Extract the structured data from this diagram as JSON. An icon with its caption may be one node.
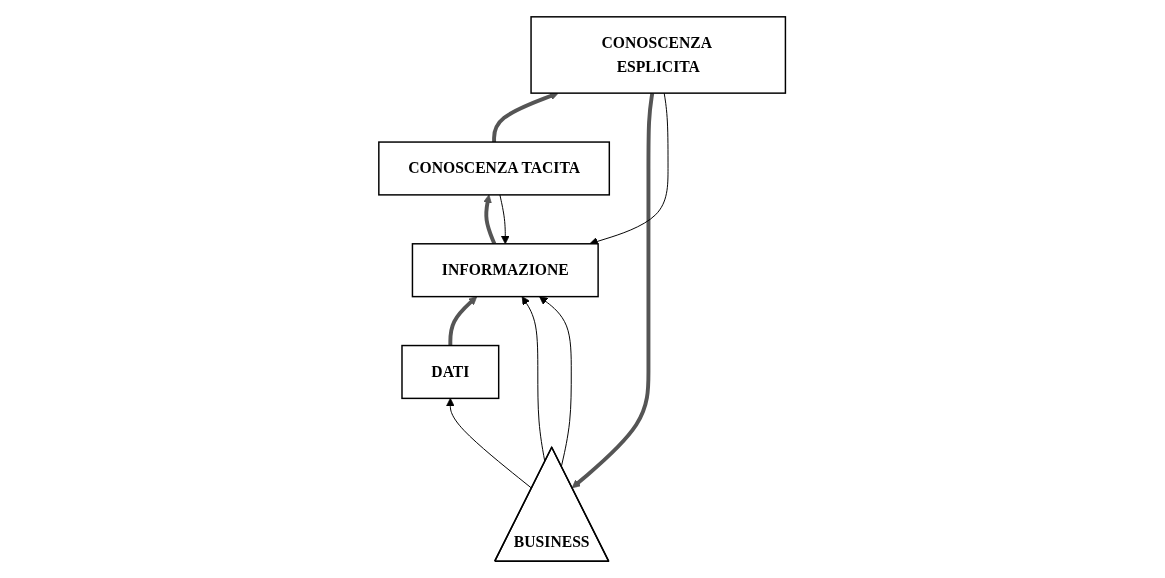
{
  "diagram": {
    "nodes": [
      {
        "text": [
          "BUSINESS"
        ]
      },
      {
        "text": [
          "CONOSCENZA ESPLICITA"
        ]
      },
      {
        "text": [
          "CONOSCENZA TACITA"
        ]
      },
      {
        "text": [
          "INFORMAZIONE"
        ]
      },
      {
        "text": [
          "DATI"
        ]
      }
    ],
    "edges": [
      {
        "from": 4,
        "to": 3,
        "arrow": "to",
        "style": "thick"
      },
      {
        "from": 3,
        "to": 2,
        "arrow": "to",
        "style": "thick"
      },
      {
        "from": 2,
        "to": 1,
        "arrow": "to",
        "style": "thick"
      },
      {
        "from": 1,
        "to": 0,
        "arrow": "to",
        "style": "thick"
      },
      {
        "from": 0,
        "to": 3,
        "arrow": "to"
      },
      {
        "from": 0,
        "to": 3,
        "arrow": "to"
      },
      {
        "from": 1,
        "to": 3,
        "arrow": "to"
      },
      {
        "from": 2,
        "to": 3,
        "arrow": "to"
      },
      {
        "from": 0,
        "to": 4,
        "arrow": "to"
      }
    ]
  }
}
